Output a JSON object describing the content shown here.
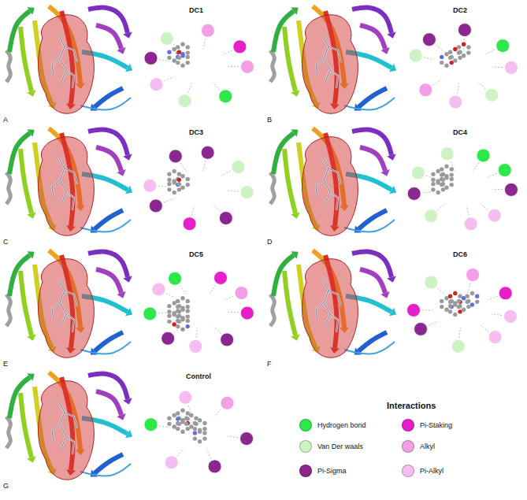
{
  "diagram": {
    "labels": [
      "DC1",
      "DC2",
      "A",
      "B",
      "DC3",
      "DC4",
      "C",
      "D",
      "DC5",
      "DC6",
      "E",
      "F",
      "Control",
      "G",
      "Interactions"
    ],
    "legend": [
      {
        "text": "Hydrogen bond",
        "color": "#2ee84a"
      },
      {
        "text": "Van Der waals",
        "color": "#cdf2c4"
      },
      {
        "text": "Pi-Sigma",
        "color": "#8a2890"
      },
      {
        "text": "Pi-Staking",
        "color": "#e61fc8"
      },
      {
        "text": "Alkyl",
        "color": "#f29fe6"
      },
      {
        "text": "Pi-Alkyl",
        "color": "#f5bdf0"
      }
    ]
  }
}
